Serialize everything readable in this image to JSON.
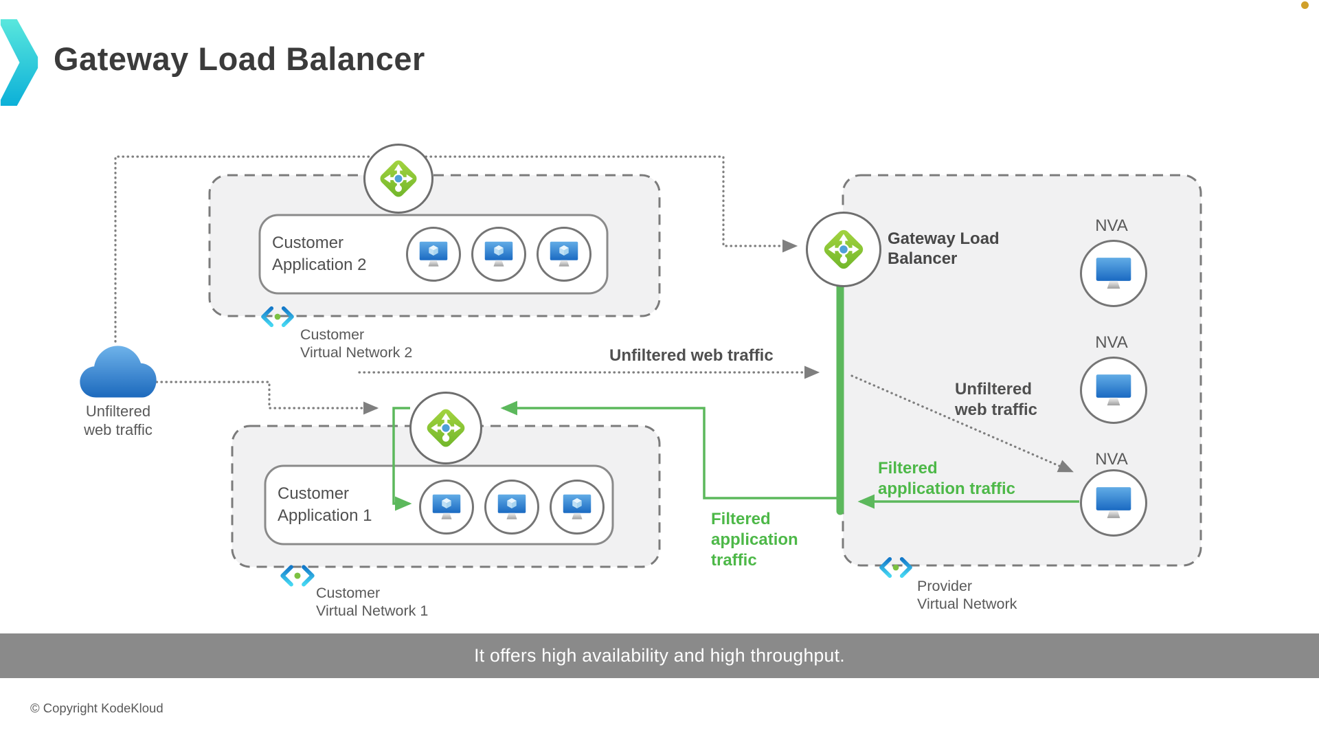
{
  "slide": {
    "title": "Gateway Load Balancer",
    "footer_note": "It offers high availability and high throughput.",
    "copyright": "© Copyright KodeKloud"
  },
  "cloud": {
    "label": "Unfiltered\nweb traffic"
  },
  "flow_labels": {
    "unfiltered_top": "Unfiltered web traffic",
    "unfiltered_right": "Unfiltered\nweb traffic",
    "filtered_bottom": "Filtered\napplication\ntraffic",
    "filtered_right": "Filtered\napplication traffic"
  },
  "gateway": {
    "label": "Gateway Load\nBalancer"
  },
  "customer_network_2": {
    "app_label": "Customer\nApplication 2",
    "vnet_label": "Customer\nVirtual Network 2"
  },
  "customer_network_1": {
    "app_label": "Customer\nApplication 1",
    "vnet_label": "Customer\nVirtual Network 1"
  },
  "provider_network": {
    "nva_label": "NVA",
    "vnet_label": "Provider\nVirtual Network"
  },
  "colors": {
    "flow_green": "#5cb85c",
    "label_green": "#4db848",
    "dotted_gray": "#7f7f7f",
    "dashed_box_border": "#7b7b7b",
    "box_fill": "#f1f1f2",
    "bar_gray": "#8a8a8a",
    "lb_icon_green": "#7db832",
    "azure_blue": "#2e8ad8",
    "logo_teal": "#17c3d9",
    "corner_dot_gold": "#d0a02a"
  }
}
